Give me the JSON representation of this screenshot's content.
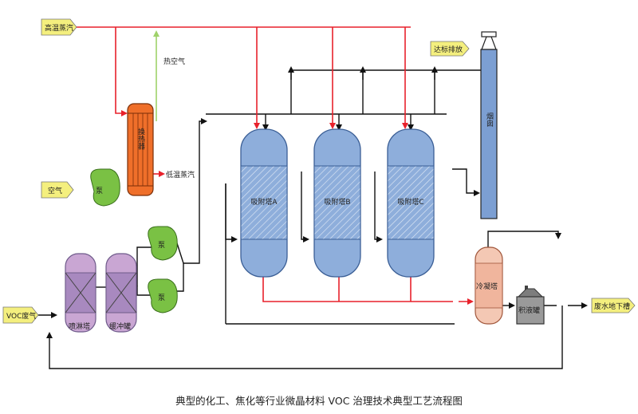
{
  "diagram": {
    "inputs": {
      "high_temp_steam": "高温蒸汽",
      "air": "空气",
      "voc_gas": "VOC废气"
    },
    "outputs": {
      "discharge": "达标排放",
      "wastewater": "废水地下槽",
      "low_temp_steam": "低温蒸汽"
    },
    "streams": {
      "hot_air": "热空气"
    },
    "equipment": {
      "heat_exchanger": "换热器",
      "pump": "泵",
      "spray_tower": "喷淋塔",
      "buffer_tank": "缓冲罐",
      "adsorber_a": "吸附塔A",
      "adsorber_b": "吸附塔B",
      "adsorber_c": "吸附塔C",
      "chimney": "烟囱",
      "condenser": "冷凝塔",
      "liquid_tank": "积液罐"
    },
    "colors": {
      "label_box": "#f4ef7e",
      "steam_line": "#e8212b",
      "hot_air_line": "#9fd26a",
      "pump": "#7ac144",
      "heat_exchanger": "#ef6f2a",
      "adsorber": "#8eaedb",
      "spray_tower": "#c9a6d3",
      "chimney": "#7c9fd3",
      "condenser": "#f4c8b4",
      "liquid_tank": "#9a9a9a",
      "process_line": "#111111"
    }
  },
  "caption": "典型的化工、焦化等行业微晶材料 VOC 治理技术典型工艺流程图"
}
